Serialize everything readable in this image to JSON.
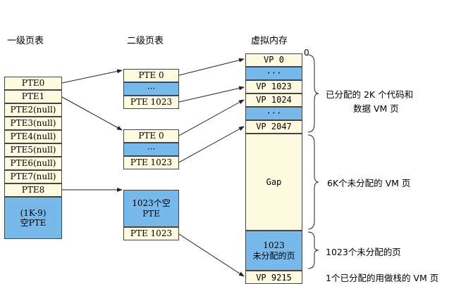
{
  "headers": {
    "level1": "一级页表",
    "level2": "二级页表",
    "virtual": "虚拟内存"
  },
  "level1_table": {
    "entries": [
      "PTE0",
      "PTE1",
      "PTE2(null)",
      "PTE3(null)",
      "PTE4(null)",
      "PTE5(null)",
      "PTE6(null)",
      "PTE7(null)",
      "PTE8"
    ],
    "empty_block": [
      "(1K-9)",
      "空PTE"
    ]
  },
  "level2_tables": {
    "table_a": {
      "first": "PTE 0",
      "ellipsis": "···",
      "last": "PTE 1023"
    },
    "table_b": {
      "first": "PTE 0",
      "ellipsis": "···",
      "last": "PTE 1023"
    },
    "table_c": {
      "empty_block": [
        "1023个空",
        "PTE"
      ],
      "last": "PTE 1023"
    }
  },
  "virtual_memory": {
    "zero_label": "0",
    "vp0": "VP 0",
    "ellipsis1": "···",
    "vp1023": "VP 1023",
    "vp1024": "VP 1024",
    "ellipsis2": "···",
    "vp2047": "VP 2047",
    "gap": "Gap",
    "unalloc_block": [
      "1023",
      "未分配的页"
    ],
    "vp9215": "VP 9215"
  },
  "annotations": {
    "allocated": [
      "已分配的 2K 个代码和",
      "数据 VM 页"
    ],
    "unallocated_6k": "6K个未分配的 VM 页",
    "unallocated_1023": "1023个未分配的页",
    "stack_page": "1个已分配的用做栈的 VM 页"
  },
  "colors": {
    "cell_fill": "#fffbe0",
    "highlight_fill": "#77b9ea",
    "border": "#444444"
  }
}
